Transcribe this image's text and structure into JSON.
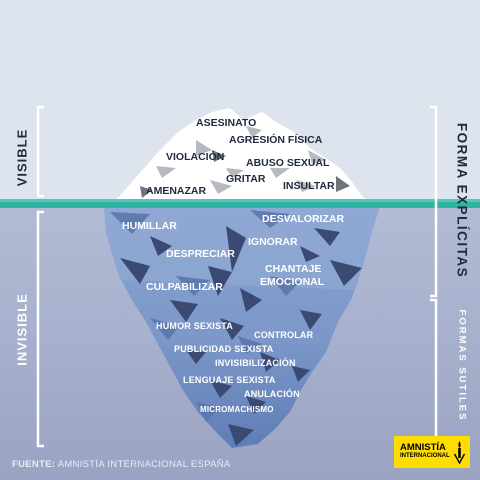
{
  "side": {
    "left_top": "VISIBLE",
    "left_bottom": "INVISIBLE",
    "right_top": "FORMA EXPLÍCITAS",
    "right_bottom": "FORMAS SUTILES"
  },
  "above_water": [
    "ASESINATO",
    "AGRESIÓN FÍSICA",
    "VIOLACIÓN",
    "ABUSO SEXUAL",
    "GRITAR",
    "AMENAZAR",
    "INSULTAR"
  ],
  "below_explicit": [
    "HUMILLAR",
    "DESVALORIZAR",
    "DESPRECIAR",
    "IGNORAR",
    "CHANTAJE",
    "EMOCIONAL",
    "CULPABILIZAR"
  ],
  "below_subtle": [
    "HUMOR SEXISTA",
    "CONTROLAR",
    "PUBLICIDAD SEXISTA",
    "INVISIBILIZACIÓN",
    "LENGUAJE SEXISTA",
    "ANULACIÓN",
    "MICROMACHISMO"
  ],
  "footer": {
    "label": "FUENTE:",
    "text": "AMNISTÍA INTERNACIONAL ESPAÑA"
  },
  "logo": {
    "line1": "AMNISTÍA",
    "line2": "INTERNACIONAL",
    "bg": "#ffdd00"
  },
  "colors": {
    "sky": "#dde4ee",
    "sea": "#a3aecb",
    "water_line": "#2fb3a3",
    "ice_top": "#ffffff",
    "ice_bottom": "#6c8bc0"
  }
}
